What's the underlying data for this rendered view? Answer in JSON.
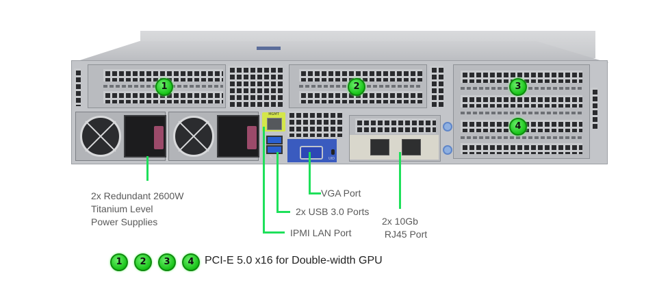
{
  "diagram": {
    "subject": "2U GPU server rear view",
    "port_labels": {
      "mgmt": "MGMT",
      "uid": "UID"
    },
    "slot_badges": [
      "1",
      "2",
      "3",
      "4"
    ],
    "callouts": {
      "psu": [
        "2x Redundant 2600W",
        "Titanium Level",
        "Power Supplies"
      ],
      "vga": "VGA Port",
      "usb": "2x USB 3.0 Ports",
      "ipmi": "IPMI LAN Port",
      "lan": [
        "2x 10Gb",
        " RJ45 Port"
      ]
    },
    "legend": {
      "badges": [
        "1",
        "2",
        "3",
        "4"
      ],
      "text": "PCI-E 5.0 x16 for Double-width GPU"
    },
    "colors": {
      "callout_line": "#1ee05a",
      "badge": "#19c419",
      "callout_text": "#595959",
      "mgmt_highlight": "#d4e64a",
      "vga_panel": "#3a5bbf",
      "psu_latch": "#9b4a6a"
    }
  }
}
